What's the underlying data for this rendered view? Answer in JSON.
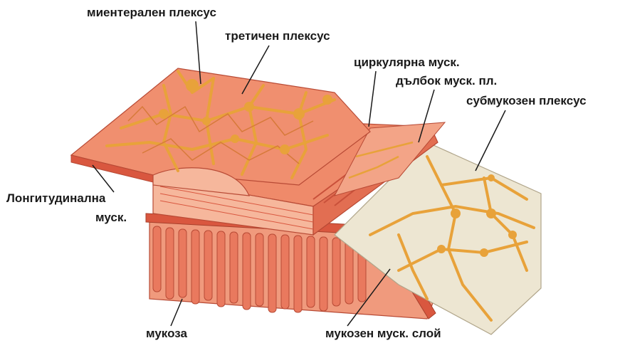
{
  "labels": {
    "myenteric": "миентерален плексус",
    "tertiary": "третичен плексус",
    "circular": "циркулярна муск.",
    "deep_muscular": "дълбок муск. пл.",
    "submucous": "субмукозен плексус",
    "longitudinal_line1": "Лонгитудинална",
    "longitudinal_line2": "муск.",
    "mucosa": "мукоза",
    "muscularis_mucosae": "мукозен муск. слой"
  },
  "colors": {
    "muscle": "#ef8a6a",
    "muscle_light": "#f6b79c",
    "muscle_dark": "#d9573f",
    "plexus": "#e8a23a",
    "submucosa": "#ede6d2",
    "edge": "#b84a35"
  }
}
